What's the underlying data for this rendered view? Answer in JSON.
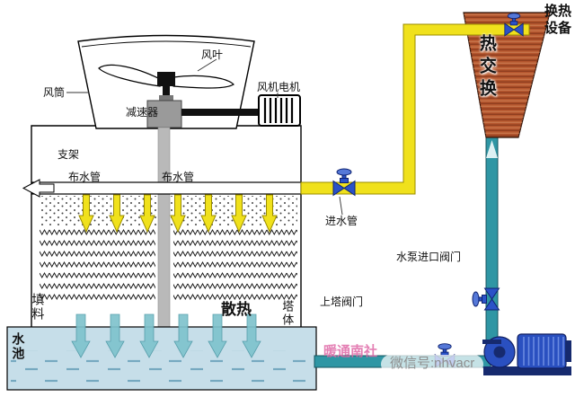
{
  "tower": {
    "fan_blade": "风叶",
    "fan_duct": "风筒",
    "fan_motor": "风机电机",
    "reducer": "减速器",
    "support": "支架",
    "spray_pipe_left": "布水管",
    "spray_pipe_right": "布水管",
    "fill": "填料",
    "heat_dissipation": "散热",
    "tower_body": "塔体",
    "pool": "水池"
  },
  "piping": {
    "inlet_pipe": "进水管",
    "pump_inlet_valve": "水泵进口阀门",
    "tower_valve": "上塔阀门"
  },
  "exchanger": {
    "equipment": "换热设备",
    "heat_exchange": "热交换"
  },
  "watermark": {
    "brand": "暖通南社",
    "wechat": "微信号:nhvacr"
  },
  "colors": {
    "hot_pipe": "#f0e11c",
    "cold_pipe": "#2f96a4",
    "valve": "#2a52c8",
    "exchanger": "#b5562e",
    "pool": "#c6dee9",
    "pump": "#2a50c0",
    "watermark_pink": "#e06aa8"
  }
}
